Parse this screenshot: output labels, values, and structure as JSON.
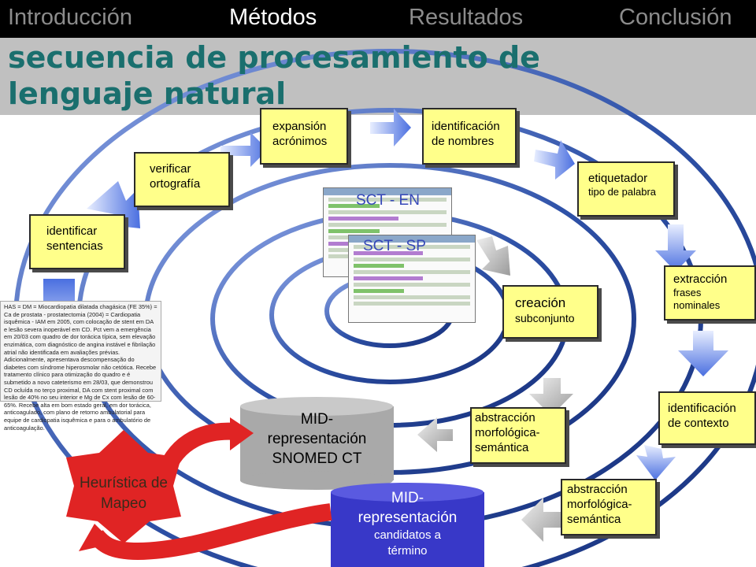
{
  "nav": {
    "items": [
      {
        "label": "Introducción",
        "active": false
      },
      {
        "label": "Métodos",
        "active": true
      },
      {
        "label": "Resultados",
        "active": false
      },
      {
        "label": "Conclusión",
        "active": false
      }
    ]
  },
  "title": {
    "line1": "secuencia de procesamiento de",
    "line2": "lenguaje natural"
  },
  "steps": {
    "identificar": {
      "line1": "identificar",
      "line2": "sentencias"
    },
    "verificar": {
      "line1": "verificar",
      "line2": "ortografía"
    },
    "expansion": {
      "line1": "expansión",
      "line2": "acrónimos"
    },
    "nombres": {
      "line1": "identificación",
      "line2": "de nombres"
    },
    "etiquetador": {
      "line1": "etiquetador",
      "line2": "tipo de palabra"
    },
    "extraccion": {
      "line1": "extracción",
      "line2": "frases",
      "line3": "nominales"
    },
    "contexto": {
      "line1": "identificación",
      "line2": "de contexto"
    },
    "abstraccion1": {
      "line1": "abstracción",
      "line2": "morfológica-",
      "line3": "semántica"
    },
    "creacion": {
      "line1": "creación",
      "line2": "subconjunto"
    },
    "abstraccion2": {
      "line1": "abstracción",
      "line2": "morfológica-",
      "line3": "semántica"
    }
  },
  "screens": {
    "en": "SCT - EN",
    "sp": "SCT - SP"
  },
  "document": {
    "text": "HAS = DM = Miocardiopatia dilatada chagásica (FE 35%) = Ca de prostata - prostatectomia (2004) = Cardiopatia isquêmica - IAM em 2005, com colocação de stent em DA e lesão severa inoperável em CD. Pct vem a emergência em 20/03 com quadro de dor torácica típica, sem elevação enzimática, com diagnóstico de angina instável e fibrilação atrial não identificada em avaliações prévias. Adicionalmente, apresentava descompensação do diabetes com síndrome hiperosmolar não cetótica. Recebe tratamento clínico para otimização do quadro e é submetido a novo cateterismo em 28/03, que demonstrou CD ocluída no terço proximal, DA com stent proximal com lesão de 40% no seu interior e Mg de Cx com lesão de 60-65%. Recebe alta em bom estado geral, em dor torácica, anticoagulado, com plano de retorno ambulatorial para equipe de cardiopatia isquêmica e para o ambulatório de anticoagulação."
  },
  "mid_snomed": {
    "line1": "MID-",
    "line2": "representación",
    "line3": "SNOMED CT"
  },
  "mid_candidates": {
    "line1": "MID-",
    "line2": "representación",
    "line3": "candidatos a",
    "line4": "término"
  },
  "heuristic": {
    "line1": "Heurística de",
    "line2": "Mapeo"
  },
  "colors": {
    "title": "#1a6f6e",
    "box_fill": "#ffff8a",
    "nav_active": "#ffffff",
    "nav_inactive": "#8c8c8c",
    "cylinder_gray": "#a9a9a9",
    "cylinder_blue": "#3838c8",
    "heuristic_red": "#e02424",
    "spiral_blue": "#2f52a8",
    "arrow_blue": "#6e8fe6"
  }
}
